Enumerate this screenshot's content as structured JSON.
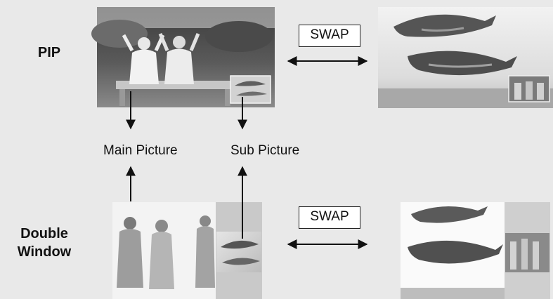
{
  "rows": {
    "pip_label": "PIP",
    "double_label_line1": "Double",
    "double_label_line2": "Window"
  },
  "captions": {
    "main_picture": "Main Picture",
    "sub_picture": "Sub Picture"
  },
  "swap": {
    "top_label": "SWAP",
    "bottom_label": "SWAP"
  },
  "colors": {
    "background": "#e9e9e9",
    "arrow": "#111111",
    "frame_light": "#bdbdbd",
    "frame_dark": "#2f2f2f"
  },
  "icons": {
    "people_photo": "people-photo-icon",
    "dolphin_photo": "dolphin-photo-icon"
  }
}
